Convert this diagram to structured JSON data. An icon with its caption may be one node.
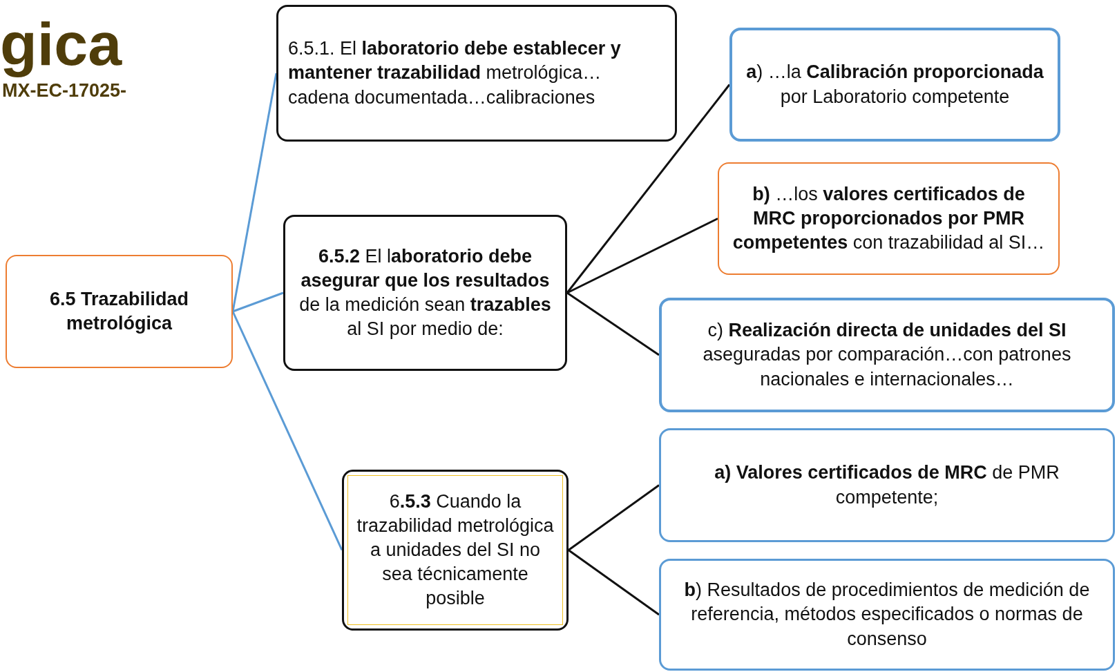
{
  "diagram": {
    "nodes": [
      {
        "text": [
          "6.5 Trazabilidad metrológica"
        ]
      },
      {
        "text": [
          "6.5.1. El **laboratorio debe establecer y mantener trazabilidad** metrológica… cadena documentada…calibraciones"
        ]
      },
      {
        "text": [
          "**6.5.2** El l**aboratorio debe asegurar que los resultados** de la medición sean **trazables** al SI por medio de:"
        ]
      },
      {
        "text": [
          "6**.5.3** Cuando la trazabilidad metrológica a unidades del SI no sea técnicamente posible"
        ]
      },
      {
        "text": [
          "**a**) …la **Calibración proporcionada** por Laboratorio competente"
        ]
      },
      {
        "text": [
          "**b)** …los **valores certificados de MRC proporcionados por PMR competentes** con trazabilidad al SI…"
        ]
      },
      {
        "text": [
          "c) **Realización directa de unidades del SI** aseguradas por comparación…con patrones nacionales e internacionales…"
        ]
      },
      {
        "text": [
          "**a) Valores certificados de MRC** de PMR competente;"
        ]
      },
      {
        "text": [
          "**b**) Resultados de procedimientos de medición de referencia, métodos especificados o normas de consenso"
        ]
      }
    ],
    "edges": [
      {
        "from": 0,
        "to": 1,
        "arrow": "none",
        "color": "#5b9bd5"
      },
      {
        "from": 0,
        "to": 2,
        "arrow": "none",
        "color": "#5b9bd5"
      },
      {
        "from": 0,
        "to": 3,
        "arrow": "none",
        "color": "#5b9bd5"
      },
      {
        "from": 2,
        "to": 4,
        "arrow": "none"
      },
      {
        "from": 2,
        "to": 5,
        "arrow": "none"
      },
      {
        "from": 2,
        "to": 6,
        "arrow": "none"
      },
      {
        "from": 3,
        "to": 7,
        "arrow": "none"
      },
      {
        "from": 3,
        "to": 8,
        "arrow": "none"
      }
    ],
    "labels": [
      "gica",
      "MX-EC-17025-"
    ]
  }
}
